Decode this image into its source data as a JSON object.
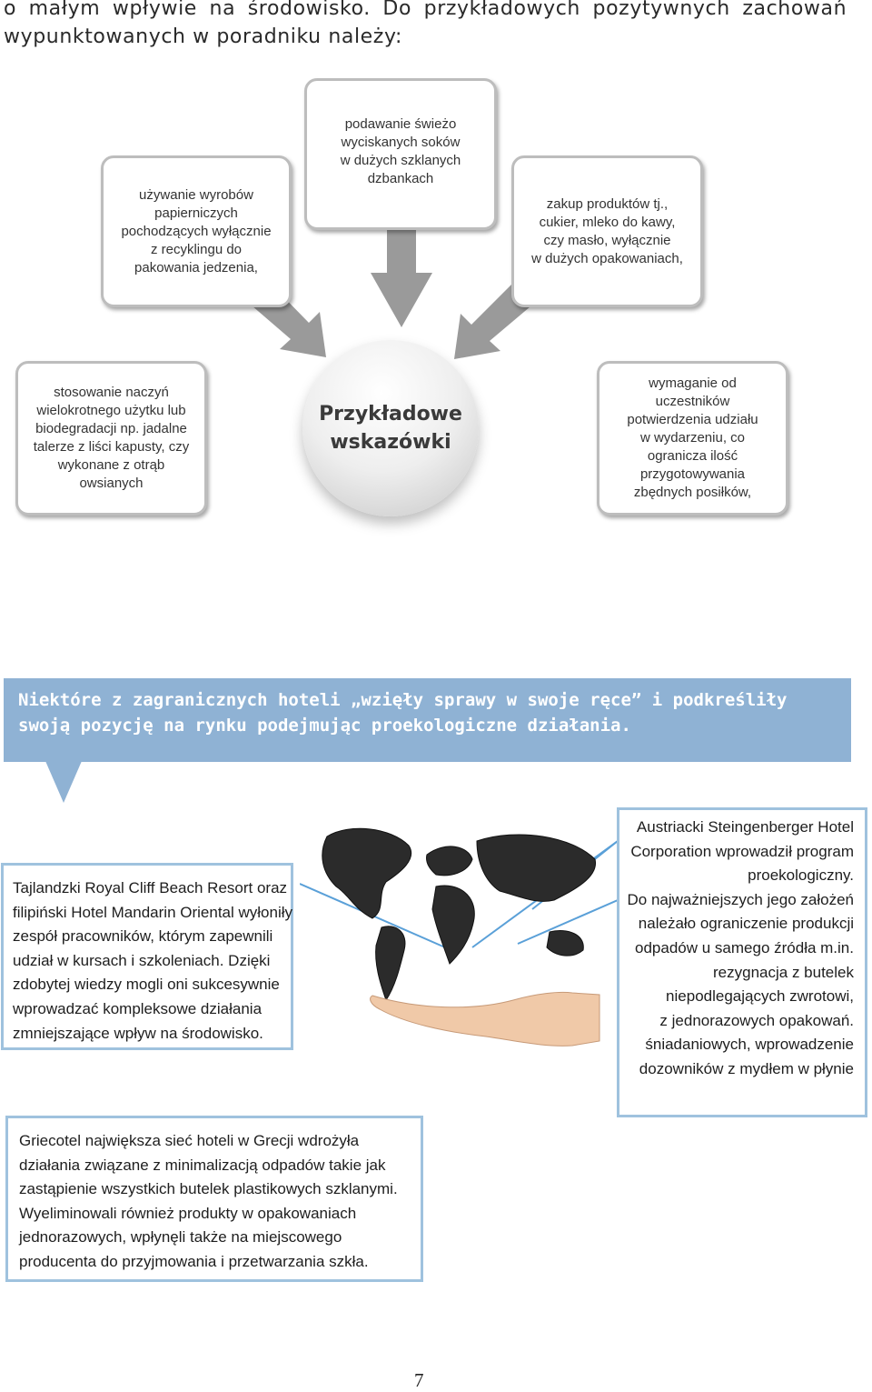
{
  "intro": {
    "line1": "o małym wpływie na środowisko. Do przykładowych pozytywnych zachowań",
    "line2": "wypunktowanych w poradniku należy:"
  },
  "diagram": {
    "center": [
      "Przykładowe",
      "wskazówki"
    ],
    "nodes": {
      "recycled_paper": [
        "używanie wyrobów",
        "papierniczych",
        "pochodzących wyłącznie",
        "z recyklingu do",
        "pakowania jedzenia,"
      ],
      "fresh_juice": [
        "podawanie świeżo",
        "wyciskanych soków",
        "w dużych szklanych",
        "dzbankach"
      ],
      "bulk_products": [
        "zakup produktów tj.,",
        "cukier, mleko do kawy,",
        "czy masło, wyłącznie",
        "w dużych opakowaniach,"
      ],
      "reusable_dishes": [
        "stosowanie naczyń",
        "wielokrotnego użytku lub",
        "biodegradacji np. jadalne",
        "talerze z liści kapusty, czy",
        "wykonane z otrąb",
        "owsianych"
      ],
      "confirm_attendance": [
        "wymaganie od",
        "uczestników",
        "potwierdzenia udziału",
        "w wydarzeniu, co",
        "ogranicza ilość",
        "przygotowywania",
        "zbędnych posiłków,"
      ]
    },
    "colors": {
      "arrow": "#9a9a9a",
      "box_border": "#bdbdbd"
    }
  },
  "banner": {
    "line1": "Niektóre z zagranicznych hoteli „wzięły sprawy w swoje ręce” i podkreśliły",
    "line2": "swoją pozycję na rynku podejmując proekologiczne działania.",
    "color": "#8fb2d4"
  },
  "examples": {
    "left": [
      "Tajlandzki Royal Cliff Beach Resort oraz",
      "filipiński Hotel Mandarin Oriental wyłoniły",
      "zespół pracowników, którym zapewnili",
      "udział w kursach i szkoleniach. Dzięki",
      "zdobytej wiedzy mogli oni sukcesywnie",
      "wprowadzać kompleksowe działania",
      "zmniejszające wpływ na środowisko."
    ],
    "right": [
      "Austriacki Steingenberger Hotel",
      "Corporation wprowadził program",
      "proekologiczny.",
      "Do najważniejszych jego założeń",
      "należało ograniczenie produkcji",
      "odpadów u samego źródła m.in.",
      "rezygnacja z butelek",
      "niepodlegających zwrotowi,",
      "z jednorazowych opakowań.",
      "śniadaniowych, wprowadzenie",
      "dozowników z mydłem w płynie"
    ],
    "bottom": [
      "Griecotel największa sieć hoteli w Grecji wdrożyła",
      "działania związane z  minimalizacją odpadów takie jak",
      "zastąpienie wszystkich butelek plastikowych szklanymi.",
      "Wyeliminowali również produkty w opakowaniach",
      "jednorazowych, wpłynęli także na miejscowego",
      "producenta do przyjmowania i przetwarzania szkła."
    ],
    "border_color": "#9fc2de"
  },
  "page_number": "7"
}
